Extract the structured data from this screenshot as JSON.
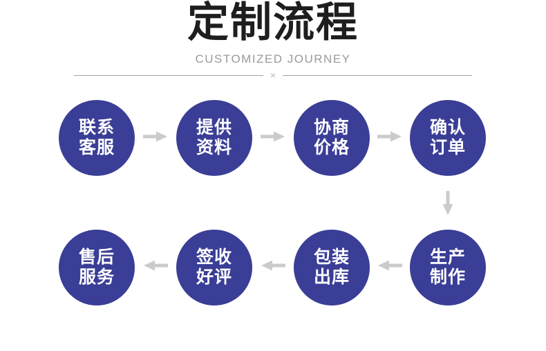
{
  "header": {
    "title": "定制流程",
    "subtitle": "CUSTOMIZED JOURNEY",
    "divider_symbol": "×"
  },
  "colors": {
    "circle": "#3A3E96",
    "arrow": "#CBCBCB",
    "title": "#1E1E1E",
    "subtitle": "#9A9A9A",
    "divider_line": "#A2A2A2",
    "divider_x": "#B8B8B8",
    "step_text": "#FFFFFF"
  },
  "steps": [
    {
      "line1": "联系",
      "line2": "客服"
    },
    {
      "line1": "提供",
      "line2": "资料"
    },
    {
      "line1": "协商",
      "line2": "价格"
    },
    {
      "line1": "确认",
      "line2": "订单"
    },
    {
      "line1": "生产",
      "line2": "制作"
    },
    {
      "line1": "包装",
      "line2": "出库"
    },
    {
      "line1": "签收",
      "line2": "好评"
    },
    {
      "line1": "售后",
      "line2": "服务"
    }
  ],
  "icons": {
    "arrow_right": "arrow-right-icon",
    "arrow_left": "arrow-left-icon",
    "arrow_down": "arrow-down-icon"
  }
}
